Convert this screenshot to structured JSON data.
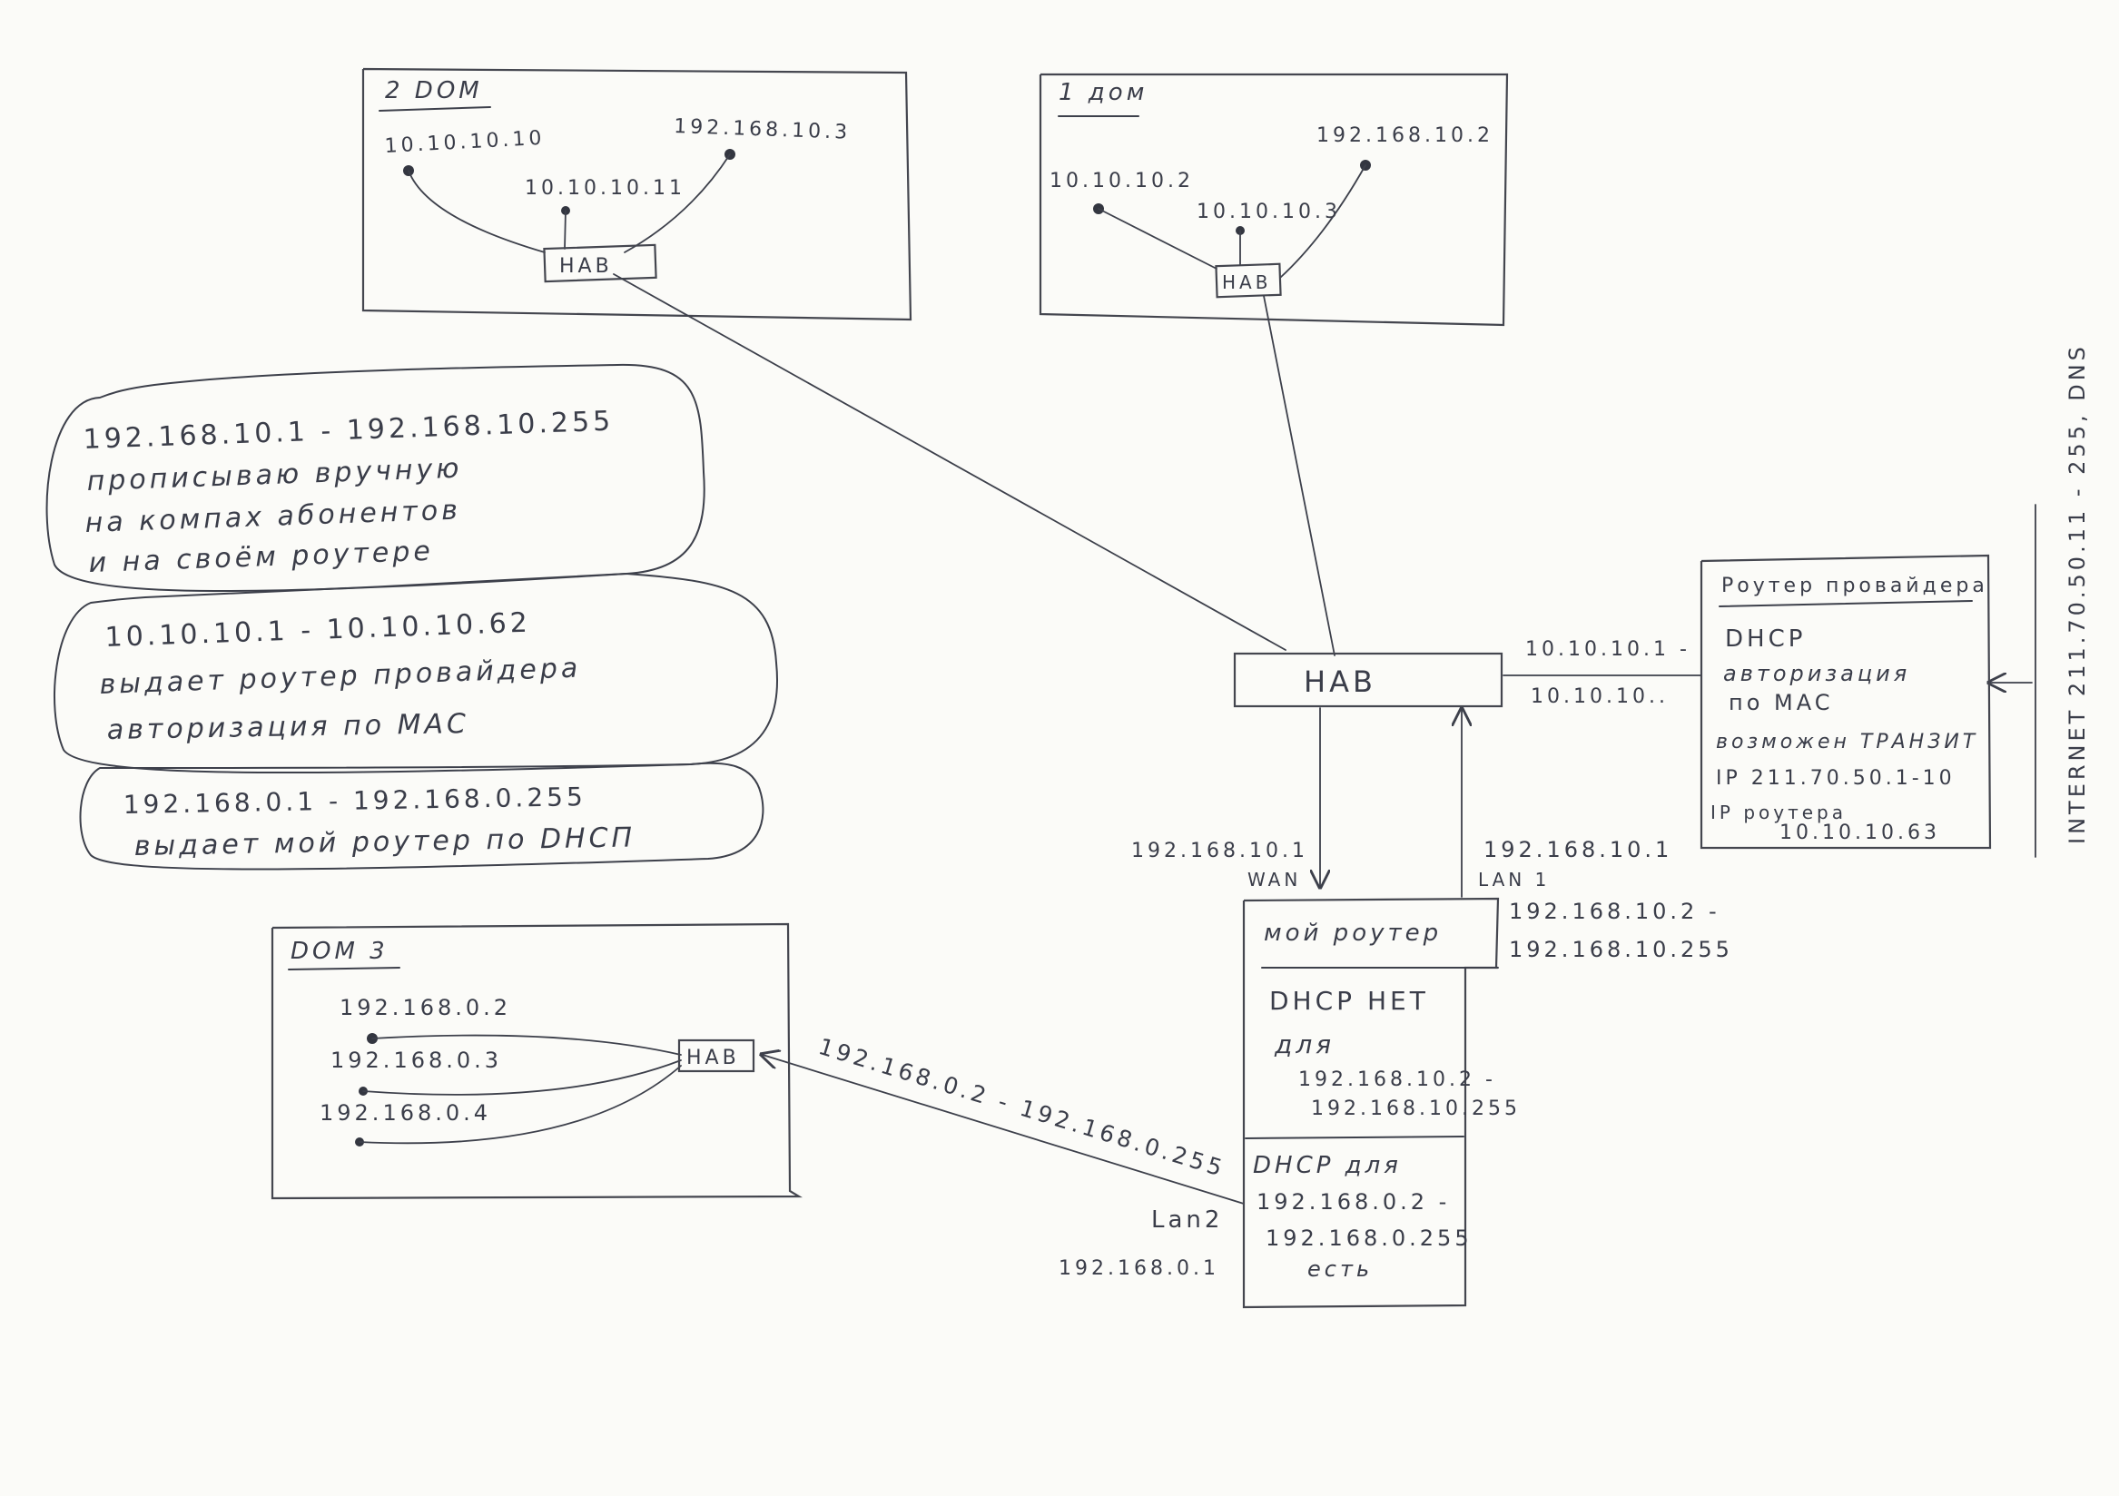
{
  "house2": {
    "title": "2 DOM",
    "ip_a": "10.10.10.10",
    "ip_b": "10.10.10.11",
    "ip_c": "192.168.10.3",
    "hub": "HAB"
  },
  "house1": {
    "title": "1 дом",
    "ip_a": "10.10.10.2",
    "ip_b": "10.10.10.3",
    "ip_c": "192.168.10.2",
    "hub": "HAB"
  },
  "house3": {
    "title": "DOM 3",
    "ip_a": "192.168.0.2",
    "ip_b": "192.168.0.3",
    "ip_c": "192.168.0.4",
    "hub": "HAB"
  },
  "notes": {
    "bubble1": [
      "192.168.10.1 - 192.168.10.255",
      "прописываю вручную",
      "на компах абонентов",
      "и на своём роутере"
    ],
    "bubble2": [
      "10.10.10.1 - 10.10.10.62",
      "выдает роутер провайдера",
      "авторизация по MAC"
    ],
    "bubble3": [
      "192.168.0.1 - 192.168.0.255",
      "выдает мой роутер по DHCП"
    ]
  },
  "main_hub": {
    "label": "HAB"
  },
  "link_labels": {
    "provider_top": "10.10.10.1 -",
    "provider_bottom": "10.10.10..",
    "wan_ip": "192.168.10.1",
    "wan": "WAN",
    "lan1_ip": "192.168.10.1",
    "lan1": "LAN 1",
    "lan1_range_from": "192.168.10.2 -",
    "lan1_range_to": "192.168.10.255",
    "lan2_range": "192.168.0.2 - 192.168.0.255",
    "lan2": "Lan2",
    "lan2_ip": "192.168.0.1"
  },
  "provider_router": {
    "title": "Роутер провайдера",
    "line1": "DHCP",
    "line2": "авторизация",
    "line3": "по MAC",
    "line4": "возможен ТРАНЗИТ",
    "line5": "IP 211.70.50.1-10",
    "line6": "IP роутера",
    "line7": "10.10.10.63"
  },
  "my_router": {
    "title": "мой роутер",
    "sec1_line1": "DHCP  НЕТ",
    "sec1_line2": "для",
    "sec1_line3": "192.168.10.2 -",
    "sec1_line4": "192.168.10.255",
    "sec2_line1": "DHCP для",
    "sec2_line2": "192.168.0.2 -",
    "sec2_line3": "192.168.0.255",
    "sec2_line4": "есть"
  },
  "internet": {
    "label": "INTERNET 211.70.50.11 - 255, DNS"
  },
  "colors": {
    "ink": "#3d404b",
    "paper": "#fbfbf8"
  }
}
